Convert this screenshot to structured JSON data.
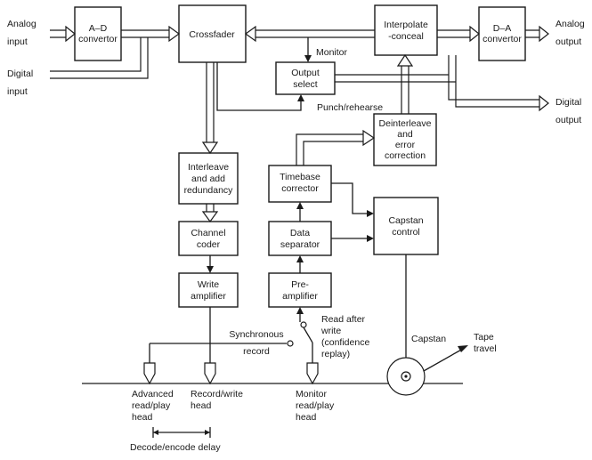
{
  "blocks": {
    "ad_convertor": [
      "A–D",
      "convertor"
    ],
    "crossfader": [
      "Crossfader"
    ],
    "interpolate_conceal": [
      "Interpolate",
      "-conceal"
    ],
    "da_convertor": [
      "D–A",
      "convertor"
    ],
    "output_select": [
      "Output",
      "select"
    ],
    "deinterleave": [
      "Deinterleave",
      "and",
      "error",
      "correction"
    ],
    "interleave": [
      "Interleave",
      "and add",
      "redundancy"
    ],
    "timebase": [
      "Timebase",
      "corrector"
    ],
    "capstan_control": [
      "Capstan",
      "control"
    ],
    "channel_coder": [
      "Channel",
      "coder"
    ],
    "data_separator": [
      "Data",
      "separator"
    ],
    "write_amplifier": [
      "Write",
      "amplifier"
    ],
    "pre_amplifier": [
      "Pre-",
      "amplifier"
    ]
  },
  "labels": {
    "analog_input": [
      "Analog",
      "input"
    ],
    "digital_input": [
      "Digital",
      "input"
    ],
    "analog_output": [
      "Analog",
      "output"
    ],
    "digital_output": [
      "Digital",
      "output"
    ],
    "monitor": "Monitor",
    "punch_rehearse": "Punch/rehearse",
    "synchronous_record": [
      "Synchronous",
      "record"
    ],
    "read_after_write": [
      "Read after",
      "write",
      "(confidence",
      "replay)"
    ],
    "capstan": "Capstan",
    "tape_travel": [
      "Tape",
      "travel"
    ],
    "advanced_head": [
      "Advanced",
      "read/play",
      "head"
    ],
    "record_head": [
      "Record/write",
      "head"
    ],
    "monitor_head": [
      "Monitor",
      "read/play",
      "head"
    ],
    "decode_delay": "Decode/encode delay"
  }
}
